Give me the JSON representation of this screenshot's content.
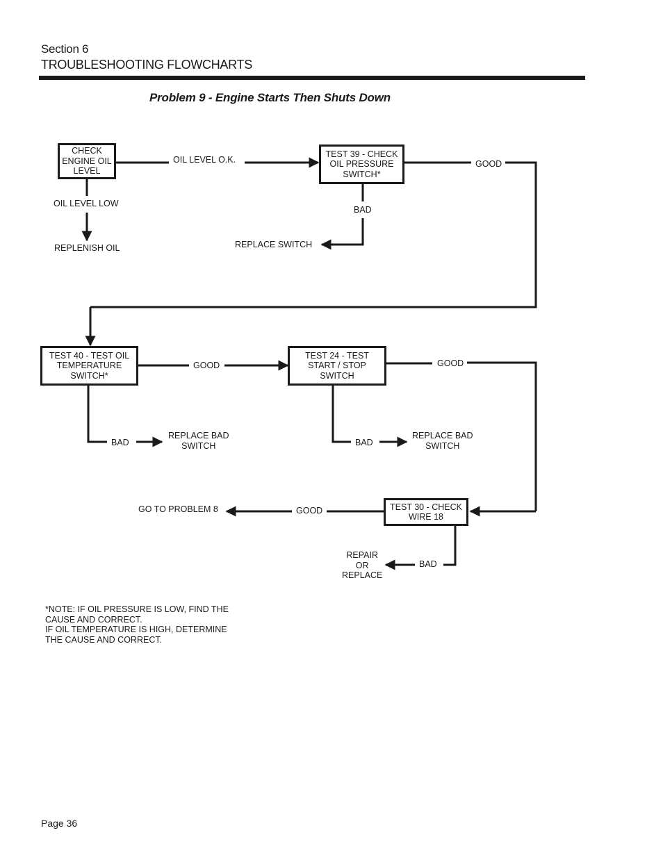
{
  "header": {
    "section": "Section 6",
    "section_title": "TROUBLESHOOTING FLOWCHARTS",
    "problem_title": "Problem 9 -  Engine Starts Then Shuts Down"
  },
  "flowchart": {
    "nodes": {
      "check_oil": "CHECK\nENGINE OIL\nLEVEL",
      "test39": "TEST 39 - CHECK\nOIL PRESSURE\nSWITCH*",
      "test40": "TEST 40 - TEST OIL\nTEMPERATURE\nSWITCH*",
      "test24": "TEST 24 - TEST\nSTART / STOP\nSWITCH",
      "test30": "TEST 30 - CHECK\nWIRE 18"
    },
    "labels": {
      "oil_ok": "OIL LEVEL O.K.",
      "oil_low": "OIL LEVEL LOW",
      "replenish": "REPLENISH OIL",
      "t39_good": "GOOD",
      "t39_bad": "BAD",
      "replace_switch": "REPLACE SWITCH",
      "t40_good": "GOOD",
      "t40_bad": "BAD",
      "t40_replace": "REPLACE BAD\nSWITCH",
      "t24_good": "GOOD",
      "t24_bad": "BAD",
      "t24_replace": "REPLACE BAD\nSWITCH",
      "t30_good": "GOOD",
      "goto8": "GO TO PROBLEM 8",
      "t30_bad": "BAD",
      "repair": "REPAIR\nOR\nREPLACE"
    }
  },
  "note": "*NOTE: IF OIL PRESSURE IS LOW, FIND THE\nCAUSE AND CORRECT.\nIF OIL TEMPERATURE IS HIGH, DETERMINE\nTHE CAUSE AND CORRECT.",
  "footer": {
    "page": "Page 36"
  }
}
